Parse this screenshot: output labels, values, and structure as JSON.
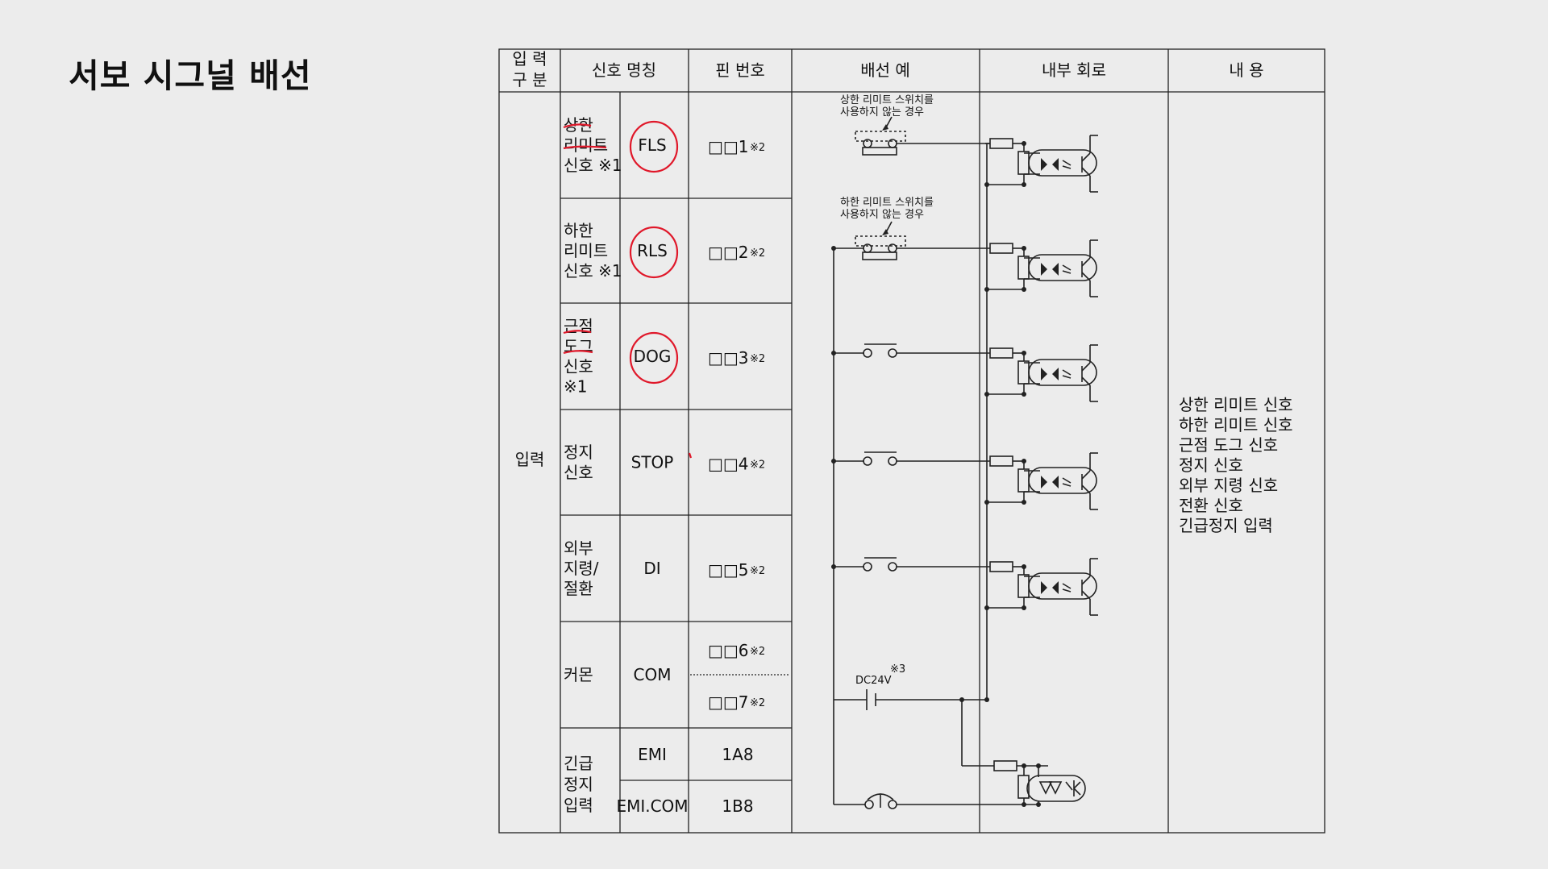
{
  "slide": {
    "title": "서보 시그널 배선"
  },
  "table": {
    "headers": {
      "input_type": [
        "입 력",
        "구 분"
      ],
      "signal_name": "신호 명칭",
      "pin": "핀 번호",
      "wiring": "배선 예",
      "internal": "내부 회로",
      "content": "내 용"
    },
    "group_label": "입력",
    "rows": [
      {
        "name_lines": [
          "상한",
          "리미트",
          "신호 ※1"
        ],
        "code": "FLS",
        "pin": "□□1",
        "pin_note": "※2",
        "circled": true
      },
      {
        "name_lines": [
          "하한",
          "리미트",
          "신호 ※1"
        ],
        "code": "RLS",
        "pin": "□□2",
        "pin_note": "※2",
        "circled": true
      },
      {
        "name_lines": [
          "근점",
          "도그",
          "신호",
          "※1"
        ],
        "code": "DOG",
        "pin": "□□3",
        "pin_note": "※2",
        "circled": true
      },
      {
        "name_lines": [
          "정지",
          "신호"
        ],
        "code": "STOP",
        "pin": "□□4",
        "pin_note": "※2",
        "circled": false
      },
      {
        "name_lines": [
          "외부",
          "지령/",
          "절환"
        ],
        "code": "DI",
        "pin": "□□5",
        "pin_note": "※2",
        "circled": false
      },
      {
        "name_lines": [
          "커몬"
        ],
        "code": "COM",
        "pins": [
          {
            "pin": "□□6",
            "pin_note": "※2"
          },
          {
            "pin": "□□7",
            "pin_note": "※2"
          }
        ],
        "circled": false
      }
    ],
    "emergency": {
      "name_lines": [
        "긴급",
        "정지",
        "입력"
      ],
      "sub": [
        {
          "code": "EMI",
          "pin": "1A8"
        },
        {
          "code": "EMI.COM",
          "pin": "1B8"
        }
      ]
    },
    "wiring_notes": {
      "upper": [
        "상한 리미트 스위치를",
        "사용하지 않는 경우"
      ],
      "lower": [
        "하한 리미트 스위치를",
        "사용하지 않는 경우"
      ],
      "dc": "DC24V",
      "dc_note": "※3"
    },
    "content_lines": [
      "상한 리미트 신호",
      "하한 리미트 신호",
      "근점 도그 신호",
      "정지 신호",
      "외부 지령 신호",
      "전환 신호",
      "긴급정지 입력"
    ]
  },
  "colors": {
    "annotation": "#e0182a",
    "background": "#ececec",
    "line": "#222222"
  }
}
